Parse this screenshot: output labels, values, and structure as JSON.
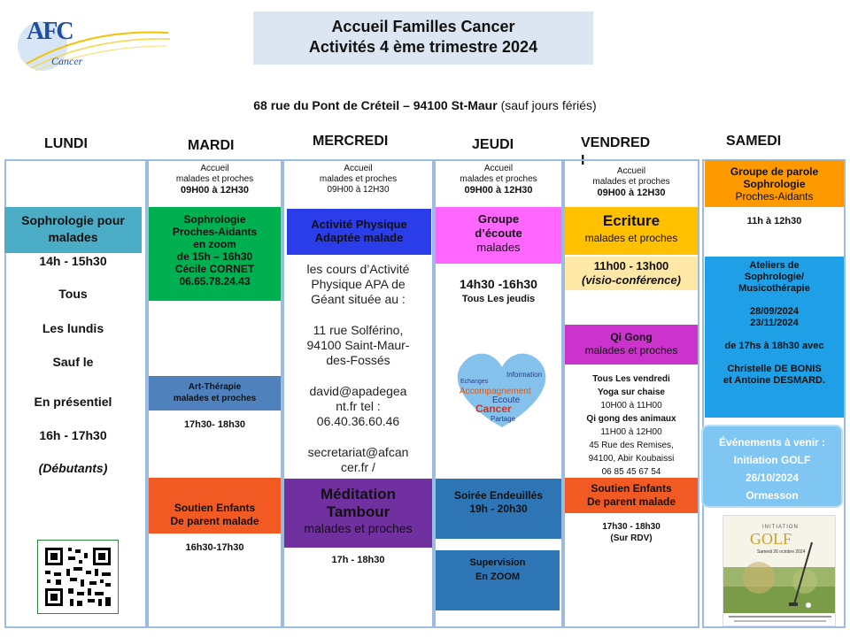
{
  "logo": {
    "letters": "AFC",
    "word": "Cancer"
  },
  "header": {
    "title_line1": "Accueil Familles Cancer",
    "title_line2": "Activités 4 ème trimestre 2024",
    "address_bold": "68 rue du Pont de Créteil – 94100 St-Maur",
    "address_note": "(sauf jours fériés)"
  },
  "days": {
    "lundi": "LUNDI",
    "mardi": "MARDI",
    "mercredi": "MERCREDI",
    "jeudi": "JEUDI",
    "vendredi_1": "VENDRED",
    "vendredi_2": "I",
    "samedi": "SAMEDI"
  },
  "accueil": {
    "label": "Accueil",
    "who": "malades et proches",
    "hours": "09H00 à 12H30"
  },
  "lundi": {
    "soph_title": "Sophrologie pour malades",
    "time1": "14h - 15h30",
    "line_tous": "Tous",
    "line_lundis": "Les lundis",
    "line_sauf": "Sauf  le",
    "line_presentiel": "En présentiel",
    "time2": "16h - 17h30",
    "level": "(Débutants)"
  },
  "mardi": {
    "soph_l1": "Sophrologie",
    "soph_l2": "Proches-Aidants",
    "soph_l3": "en zoom",
    "soph_l4": "de 15h – 16h30",
    "soph_l5": "Cécile CORNET",
    "soph_l6": "06.65.78.24.43",
    "art_title": "Art-Thérapie",
    "art_who": "malades et proches",
    "art_time": "17h30- 18h30",
    "soutien_l1": "Soutien Enfants",
    "soutien_l2": "De parent malade",
    "soutien_time": "16h30-17h30"
  },
  "mercredi": {
    "apa_l1": "Activité Physique",
    "apa_l2": "Adaptée malade",
    "text_l1": "les cours d’Activité",
    "text_l2": "Physique  APA de",
    "text_l3": "Géant située au :",
    "text_l4": "11 rue Solférino,",
    "text_l5": "94100 Saint-Maur-",
    "text_l6": "des-Fossés",
    "text_l7": "david@apadegea",
    "text_l8": "nt.fr tel :",
    "text_l9": "06.40.36.60.46",
    "text_l10": "secretariat@afcan",
    "text_l11": "cer.fr /",
    "med_l1": "Méditation",
    "med_l2": "Tambour",
    "med_who": "malades et proches",
    "med_time": "17h - 18h30"
  },
  "jeudi": {
    "groupe_l1": "Groupe",
    "groupe_l2": "d’écoute",
    "groupe_who": "malades",
    "time": "14h30 -16h30",
    "recurrence": "Tous Les jeudis",
    "heart_words": [
      "Echanges",
      "Information",
      "Accompagnement",
      "Ecoute",
      "Cancer",
      "Partage"
    ],
    "soiree_l1": "Soirée Endeuillés",
    "soiree_time": "19h - 20h30",
    "supervision_l1": "Supervision",
    "supervision_l2": "En ZOOM"
  },
  "vendredi": {
    "ecriture": "Ecriture",
    "ecriture_who": "malades et proches",
    "ecriture_time": "11h00 - 13h00",
    "ecriture_mode": "(visio-conférence)",
    "qigong": "Qi Gong",
    "qigong_who": "malades et proches",
    "list": [
      "Tous Les vendredi",
      "Yoga sur chaise",
      "10H00 à 11H00",
      "Qi gong des animaux",
      "11H00 à 12H00",
      "45 Rue des Remises,",
      "94100, Abir Koubaissi",
      "06 85 45 67 54"
    ],
    "soutien_l1": "Soutien Enfants",
    "soutien_l2": "De parent malade",
    "soutien_time": "17h30 - 18h30",
    "soutien_rdv": "(Sur RDV)"
  },
  "samedi": {
    "groupe_l1": "Groupe de parole",
    "groupe_l2": "Sophrologie",
    "groupe_l3": "Proches-Aidants",
    "groupe_time": "11h à 12h30",
    "ateliers_l1": "Ateliers de",
    "ateliers_l2": "Sophrologie/",
    "ateliers_l3": "Musicothérapie",
    "date1": "28/09/2024",
    "date2": "23/11/2024",
    "ateliers_time": "de 17hs à 18h30 avec",
    "names_l1": "Christelle DE BONIS",
    "names_l2": "et Antoine DESMARD.",
    "event_l1": "Événements à venir :",
    "event_l2": "Initiation GOLF",
    "event_l3": "26/10/2024",
    "event_l4": "Ormesson",
    "golf_small": "INITIATION",
    "golf_big": "GOLF",
    "golf_date": "Samedi 26 octobre 2024"
  },
  "colors": {
    "title_bg": "#dce6f2",
    "border": "#9bbbe0",
    "soph_lundi": "#4bacc6",
    "green": "#00b050",
    "blue_bright": "#2a3de8",
    "steel": "#4f81bd",
    "orange_red": "#f15a22",
    "pink": "#ff66ff",
    "purple": "#7030a0",
    "blue_dark": "#2e75b6",
    "gold": "#ffc000",
    "cream": "#ffe7a6",
    "magenta": "#cc33cc",
    "orange": "#ff9900",
    "sky": "#1e9fe6"
  }
}
